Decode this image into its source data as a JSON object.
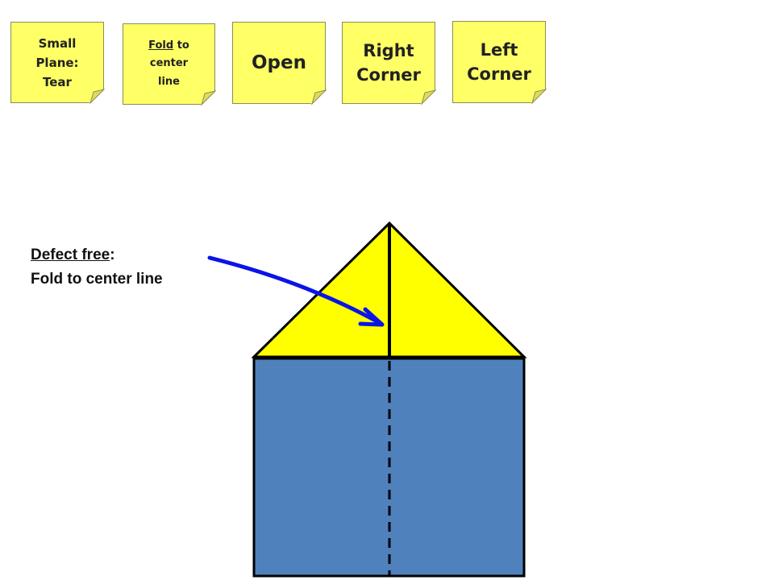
{
  "notes": [
    {
      "lines": [
        "Small",
        "Plane:",
        "Tear"
      ]
    },
    {
      "word1": "Fold",
      "word2": "to",
      "line2": "center",
      "line3": "line"
    },
    {
      "label": "Open"
    },
    {
      "lines": [
        "Right",
        "Corner"
      ]
    },
    {
      "lines": [
        "Left",
        "Corner"
      ]
    }
  ],
  "caption": {
    "line1_underlined": "Defect free",
    "line1_suffix": ":",
    "line2": "Fold to center line"
  },
  "colors": {
    "note_fill": "#ffff66",
    "triangle_fill": "#ffff00",
    "rectangle_fill": "#4f81bd",
    "arrow": "#0a14e6",
    "outline": "#000000"
  }
}
